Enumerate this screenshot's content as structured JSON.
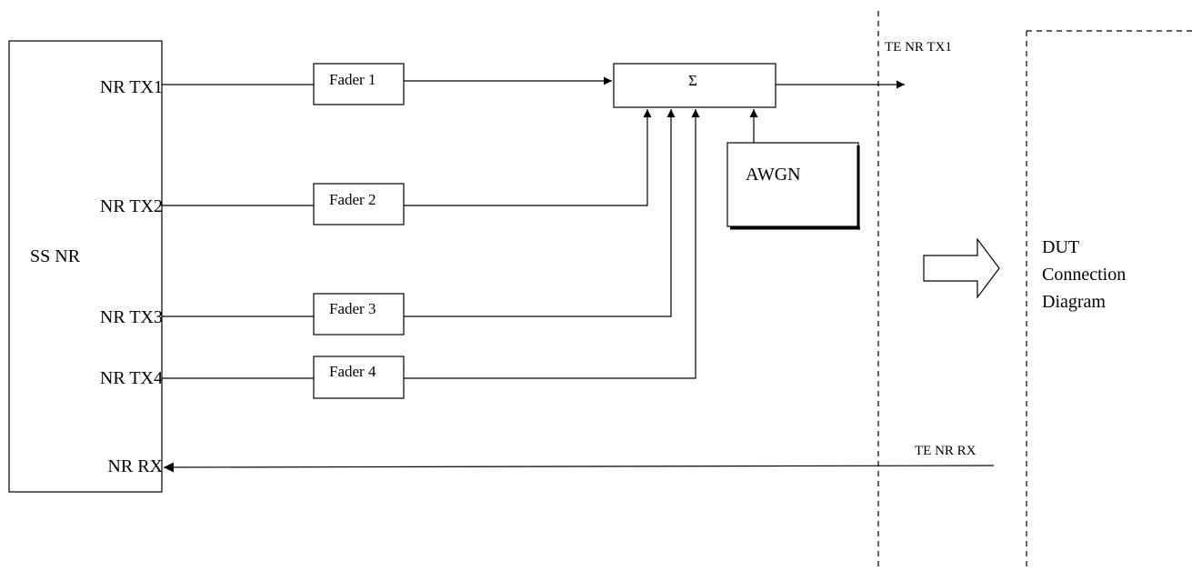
{
  "diagram": {
    "ss_box": {
      "title": "SS NR",
      "ports": {
        "tx1": "NR TX1",
        "tx2": "NR TX2",
        "tx3": "NR TX3",
        "tx4": "NR TX4",
        "rx": "NR RX"
      }
    },
    "faders": [
      "Fader 1",
      "Fader 2",
      "Fader 3",
      "Fader 4"
    ],
    "combiner": "Σ",
    "noise": "AWGN",
    "te_labels": {
      "tx1": "TE NR TX1",
      "rx": "TE NR RX"
    },
    "dut": {
      "line1": "DUT",
      "line2": "Connection",
      "line3": "Diagram"
    }
  }
}
